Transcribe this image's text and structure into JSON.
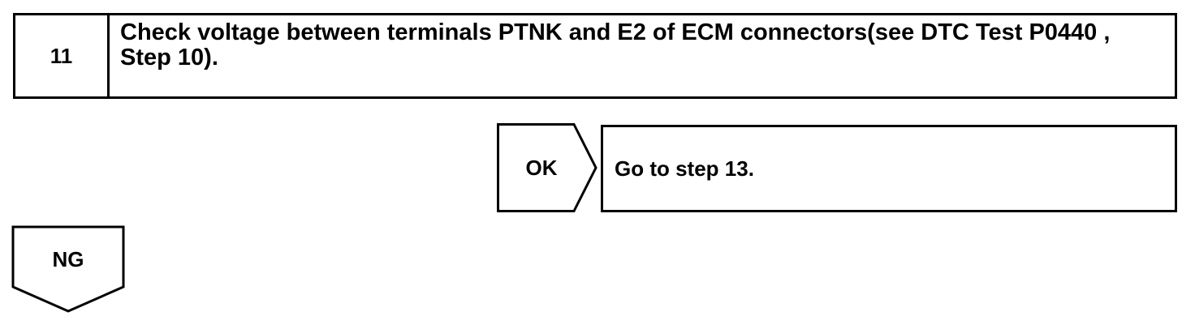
{
  "step": {
    "number": "11",
    "text": "Check voltage between terminals PTNK and E2 of ECM connectors(see DTC Test P0440 , Step 10)."
  },
  "ok_branch": {
    "label": "OK",
    "result": "Go to step 13."
  },
  "ng_branch": {
    "label": "NG"
  }
}
